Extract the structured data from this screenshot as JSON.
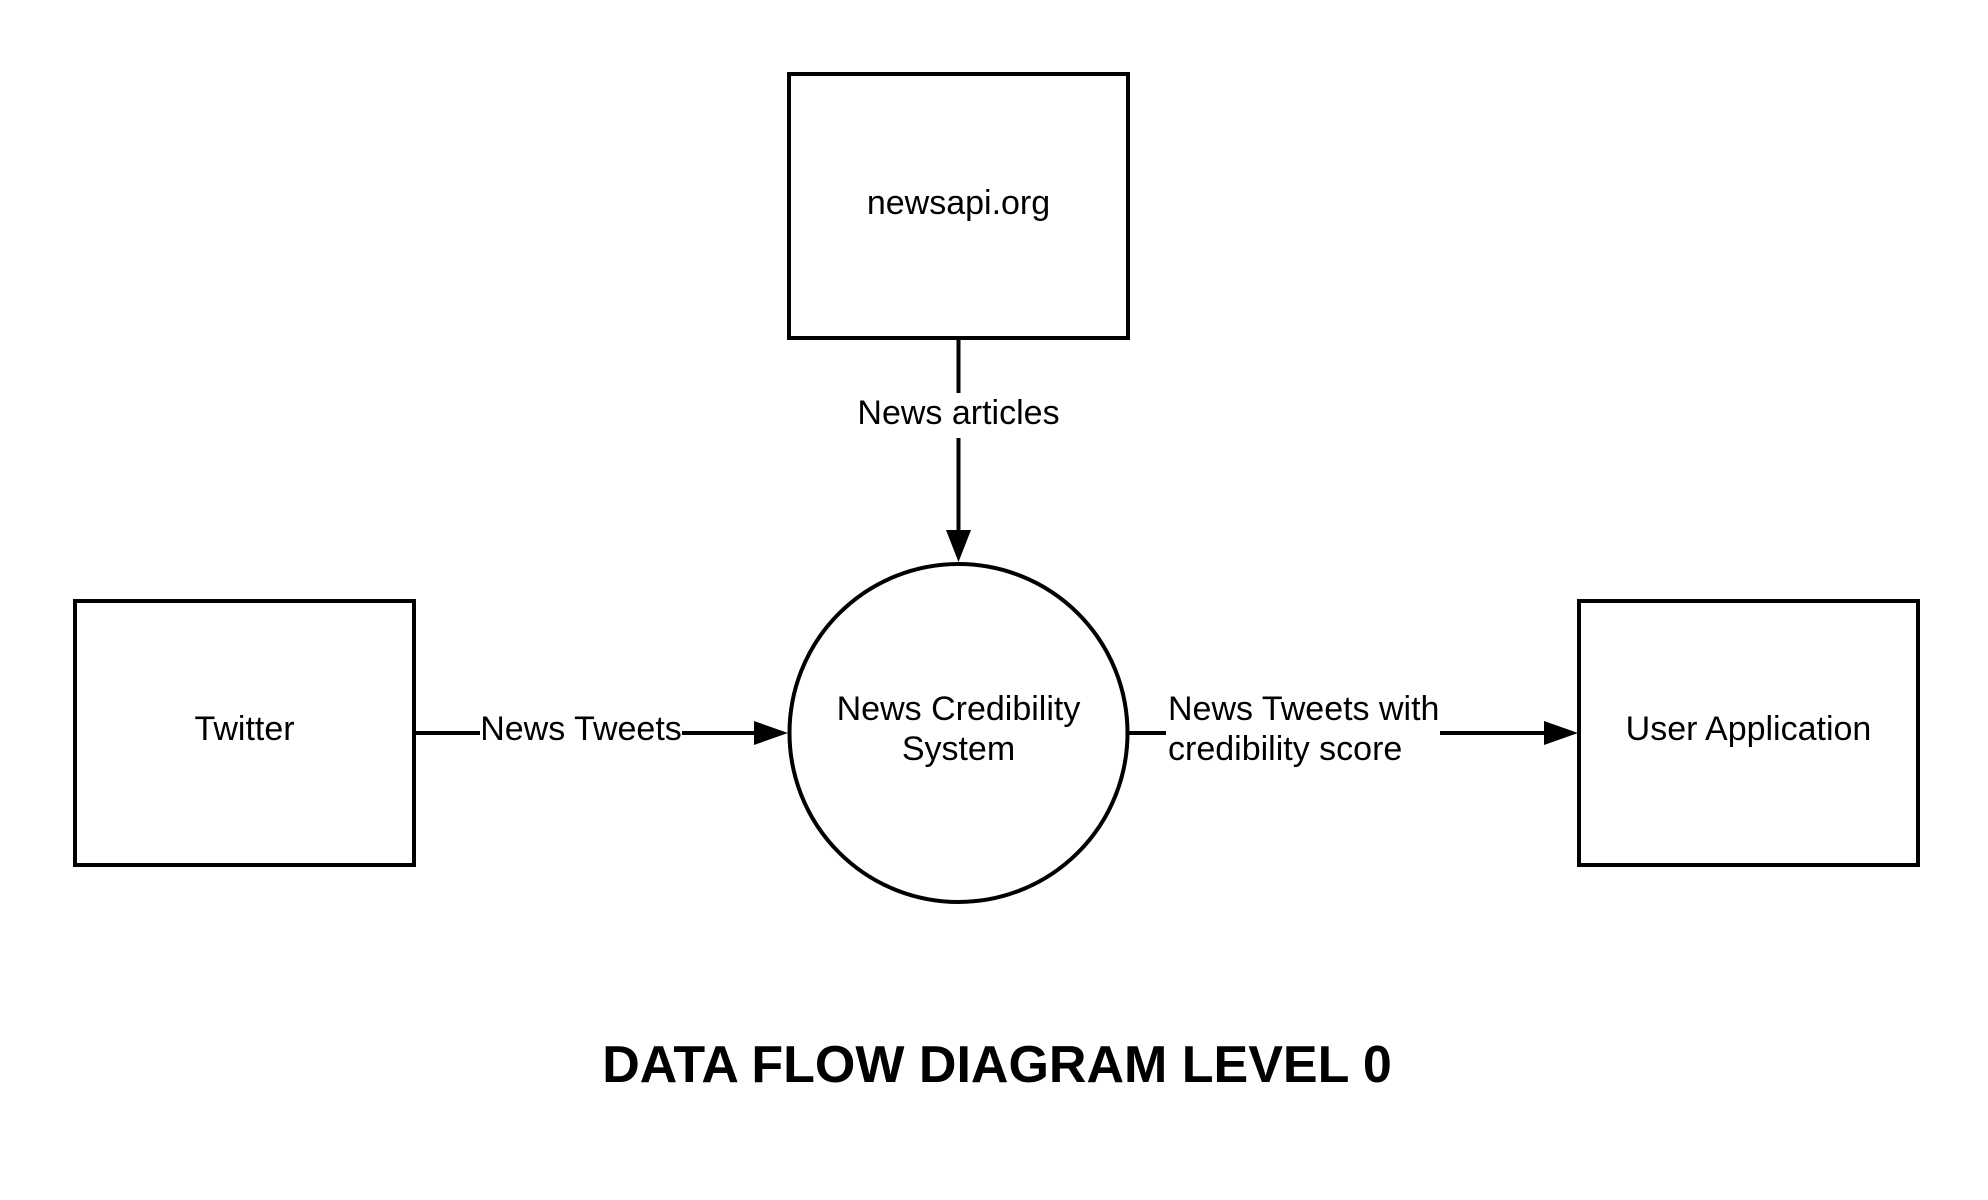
{
  "title": "DATA FLOW DIAGRAM LEVEL 0",
  "nodes": {
    "newsapi": {
      "label": "newsapi.org",
      "shape": "rectangle"
    },
    "twitter": {
      "label": "Twitter",
      "shape": "rectangle"
    },
    "system": {
      "label_lines": [
        "News Credibility",
        "System"
      ],
      "shape": "circle"
    },
    "user_app": {
      "label": "User Application",
      "shape": "rectangle"
    }
  },
  "edges": {
    "articles": {
      "from": "newsapi",
      "to": "system",
      "label": "News articles"
    },
    "tweets": {
      "from": "twitter",
      "to": "system",
      "label": "News Tweets"
    },
    "scored": {
      "from": "system",
      "to": "user_app",
      "label_lines": [
        "News Tweets with",
        "credibility score"
      ]
    }
  },
  "colors": {
    "stroke": "#000000",
    "background": "#ffffff"
  }
}
